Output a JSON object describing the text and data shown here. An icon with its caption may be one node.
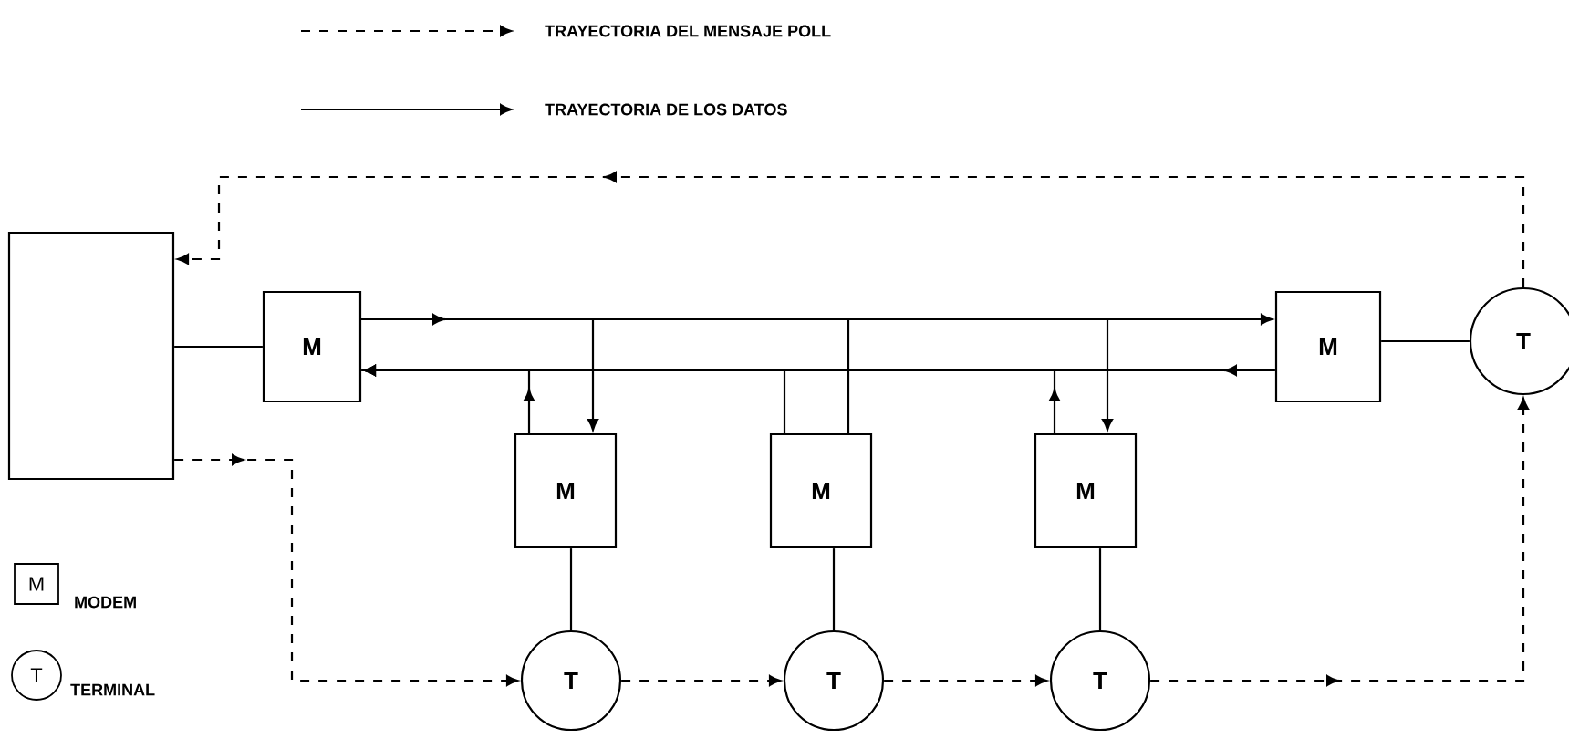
{
  "diagram": {
    "nodes": [
      {
        "text": [],
        "shape": "box"
      },
      {
        "text": [
          "M"
        ]
      },
      {
        "text": [
          "M"
        ]
      },
      {
        "text": [
          "M"
        ]
      },
      {
        "text": [
          "M"
        ]
      },
      {
        "text": [
          "M"
        ]
      },
      {
        "text": [
          "T"
        ]
      },
      {
        "text": [
          "T"
        ]
      },
      {
        "text": [
          "T"
        ]
      },
      {
        "text": [
          "T"
        ]
      }
    ],
    "edges": [
      {
        "from": 1,
        "to": 5,
        "arrow": "to"
      },
      {
        "from": 5,
        "to": 1,
        "arrow": "to"
      },
      {
        "from": 1,
        "to": 2,
        "arrow": "to"
      },
      {
        "from": 2,
        "to": 1,
        "arrow": "to"
      },
      {
        "from": 1,
        "to": 3,
        "arrow": "none"
      },
      {
        "from": 3,
        "to": 1,
        "arrow": "none"
      },
      {
        "from": 1,
        "to": 4,
        "arrow": "to"
      },
      {
        "from": 4,
        "to": 1,
        "arrow": "to"
      },
      {
        "from": 0,
        "to": 1,
        "arrow": "none"
      },
      {
        "from": 5,
        "to": 6,
        "arrow": "none"
      },
      {
        "from": 2,
        "to": 7,
        "arrow": "none"
      },
      {
        "from": 3,
        "to": 8,
        "arrow": "none"
      },
      {
        "from": 4,
        "to": 9,
        "arrow": "none"
      },
      {
        "from": 6,
        "to": 0,
        "arrow": "to",
        "style": "dashed"
      },
      {
        "from": 0,
        "to": 7,
        "arrow": "to",
        "style": "dashed"
      },
      {
        "from": 7,
        "to": 8,
        "arrow": "to",
        "style": "dashed"
      },
      {
        "from": 8,
        "to": 9,
        "arrow": "to",
        "style": "dashed"
      },
      {
        "from": 9,
        "to": 6,
        "arrow": "to",
        "style": "dashed"
      }
    ],
    "labels": [
      "M",
      "T"
    ],
    "legend": [
      {
        "text": "TRAYECTORIA DEL MENSAJE POLL"
      },
      {
        "text": "TRAYECTORIA DE LOS DATOS"
      },
      {
        "text": "MODEM"
      },
      {
        "text": "TERMINAL"
      }
    ]
  }
}
